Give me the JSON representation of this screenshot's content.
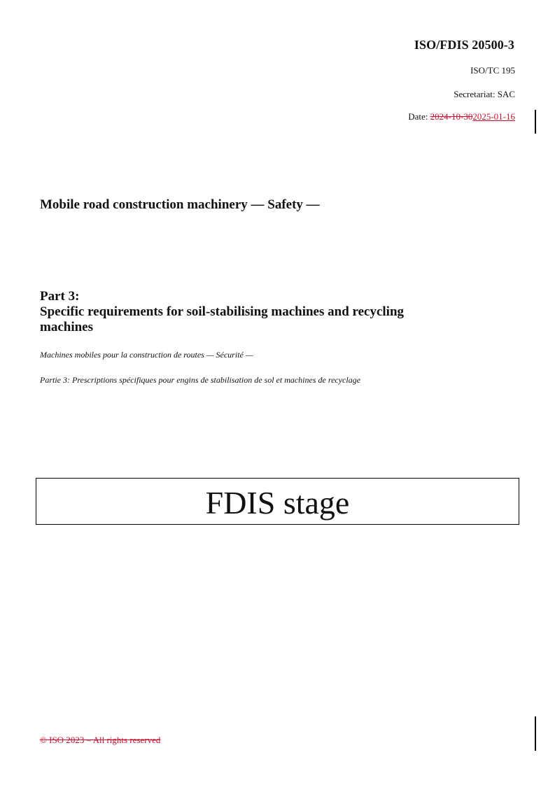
{
  "header": {
    "document_number": "ISO/FDIS 20500-3",
    "technical_committee": "ISO/TC 195",
    "secretariat": "Secretariat: SAC",
    "date": {
      "label": "Date: ",
      "deleted_value": "2024-10-30",
      "inserted_value": "2025-01-16"
    }
  },
  "title": {
    "main": "Mobile road construction machinery — Safety —",
    "part_number": "Part 3:",
    "part_title_line1": "Specific requirements for soil-stabilising machines and recycling",
    "part_title_line2": "machines"
  },
  "french_title": {
    "line1": "Machines mobiles pour la construction de routes — Sécurité —",
    "line2": "Partie 3: Prescriptions spécifiques pour engins de stabilisation de sol et machines de recyclage"
  },
  "stage": {
    "label": "FDIS stage"
  },
  "footer": {
    "copyright_deleted": "© ISO 2023 – All rights reserved"
  },
  "colors": {
    "revision_mark": "#c8102e",
    "text": "#111111",
    "background": "#ffffff"
  }
}
